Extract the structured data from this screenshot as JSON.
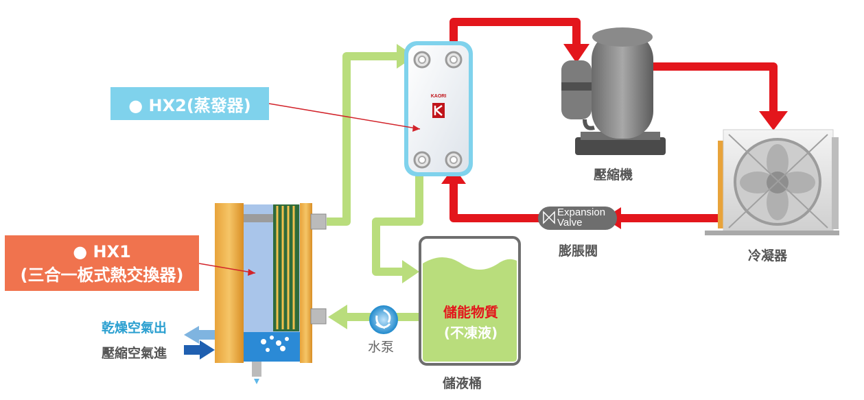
{
  "labels": {
    "hx2": "● HX2(蒸發器)",
    "hx1_line1": "● HX1",
    "hx1_line2": "(三合一板式熱交換器)",
    "compressor": "壓縮機",
    "condenser": "冷凝器",
    "expansion_valve_en_line1": "Expansion",
    "expansion_valve_en_line2": "Valve",
    "expansion_valve": "膨脹閥",
    "storage_medium": "儲能物質",
    "antifreeze": "(不凍液)",
    "storage_tank": "儲液桶",
    "water_pump": "水泵",
    "dry_air_out": "乾燥空氣出",
    "compressed_air_in": "壓縮空氣進",
    "brand": "KAORI"
  },
  "colors": {
    "refrigerant_pipe": "#e3161c",
    "water_pipe": "#b9dd7c",
    "hx2_label_bg": "#7fd2ec",
    "hx1_label_bg": "#f0734e",
    "tank_liquid": "#b9dd7c",
    "pump": "#2a8fcf",
    "air_out_arrow": "#7fb4e0",
    "air_in_arrow": "#1f5fb0"
  },
  "icons": {
    "compressor": "compressor-icon",
    "condenser": "condenser-fan-icon",
    "expansion_valve": "valve-icon",
    "water_pump": "pump-icon",
    "evaporator": "plate-heat-exchanger-icon",
    "hx1": "heat-exchanger-icon",
    "tank": "storage-tank-icon"
  }
}
